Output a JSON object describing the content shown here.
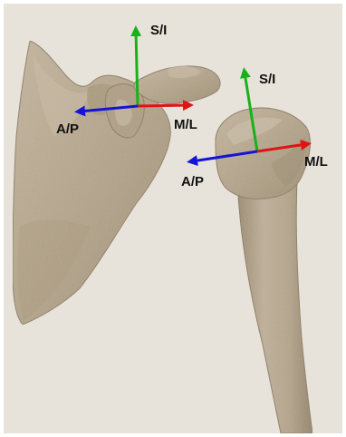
{
  "colors": {
    "background": "#e7e3db",
    "bone": "#b7a78e",
    "bone_shade": "#9a8a70",
    "bone_highlight": "#c9bba4",
    "axis_superior_inferior": "#19b119",
    "axis_medial_lateral": "#e01414",
    "axis_anterior_posterior": "#1414d6"
  },
  "scapula_frame": {
    "superior_inferior_label": "S/I",
    "medial_lateral_label": "M/L",
    "anterior_posterior_label": "A/P"
  },
  "humerus_frame": {
    "superior_inferior_label": "S/I",
    "medial_lateral_label": "M/L",
    "anterior_posterior_label": "A/P"
  }
}
